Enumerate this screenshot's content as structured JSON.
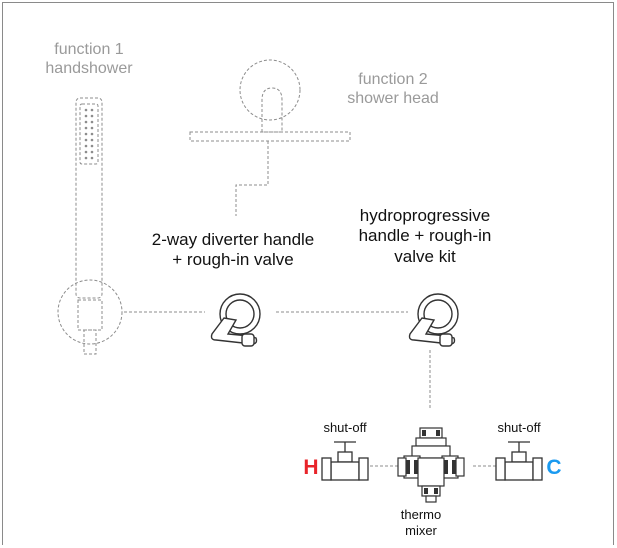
{
  "labels": {
    "function1": [
      "function 1",
      "handshower"
    ],
    "function2": [
      "function 2",
      "shower head"
    ],
    "diverter": [
      "2-way diverter handle",
      "+ rough-in valve"
    ],
    "hydroprogressive": [
      "hydroprogressive",
      "handle + rough-in",
      "valve kit"
    ],
    "shutoff_left": "shut-off",
    "shutoff_right": "shut-off",
    "thermo": [
      "thermo",
      "mixer"
    ],
    "hot": "H",
    "cold": "C"
  },
  "colors": {
    "hot": "#e8242a",
    "cold": "#1a9af0",
    "dashed": "#8c8c8c",
    "line": "#333333"
  },
  "icons": {
    "handshower": "handshower-icon",
    "shower_head": "shower-head-icon",
    "diverter_handle": "lever-handle-icon",
    "hydro_handle": "lever-handle-icon",
    "valve_left": "shutoff-valve-icon",
    "valve_right": "shutoff-valve-icon",
    "thermo_mixer": "thermostatic-mixer-icon"
  }
}
